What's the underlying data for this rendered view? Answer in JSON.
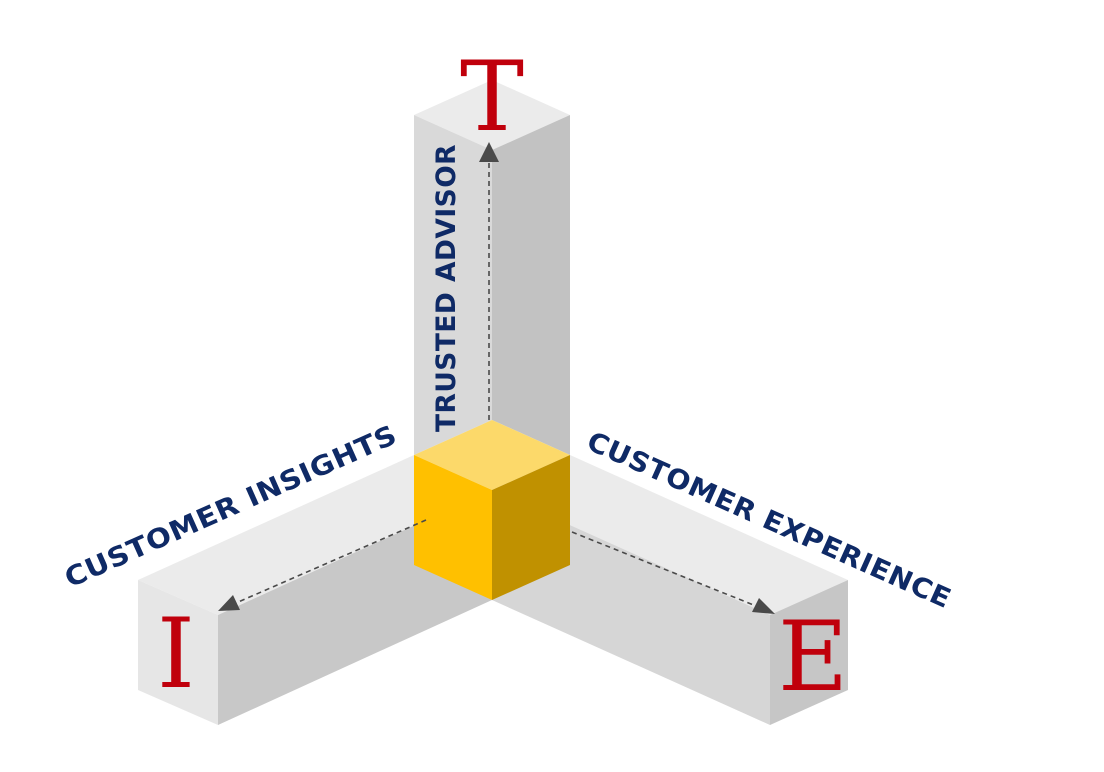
{
  "axes": {
    "vertical": {
      "label": "TRUSTED ADVISOR",
      "letter": "T"
    },
    "left": {
      "label": "CUSTOMER  INSIGHTS",
      "letter": "I"
    },
    "right": {
      "label": "CUSTOMER EXPERIENCE",
      "letter": "E"
    }
  },
  "colors": {
    "cube_top": "#fcd96a",
    "cube_left": "#ffc000",
    "cube_right": "#c09100",
    "beam_light": "#ebebeb",
    "beam_mid": "#d4d4d4",
    "beam_dark": "#c2c2c2",
    "label_text": "#0f2a66",
    "letter_text": "#c0000c"
  }
}
